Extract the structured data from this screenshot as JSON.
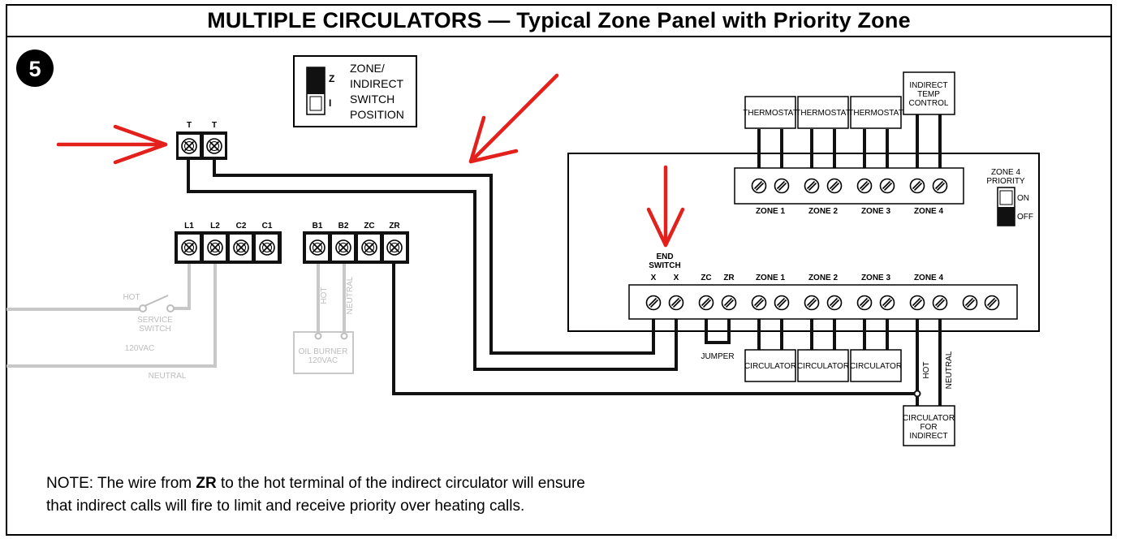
{
  "title": "MULTIPLE CIRCULATORS — Typical Zone Panel with Priority Zone",
  "step_number": "5",
  "switch_legend": {
    "z_label": "Z",
    "i_label": "I",
    "lines": [
      "ZONE/",
      "INDIRECT",
      "SWITCH",
      "POSITION"
    ]
  },
  "control": {
    "t_labels": [
      "T",
      "T"
    ],
    "left_block_labels": [
      "L1",
      "L2",
      "C2",
      "C1"
    ],
    "right_block_labels": [
      "B1",
      "B2",
      "ZC",
      "ZR"
    ],
    "hot": "HOT",
    "service_switch_1": "SERVICE",
    "service_switch_2": "SWITCH",
    "vac": "120VAC",
    "neutral": "NEUTRAL",
    "b1_wire": "HOT",
    "b2_wire": "NEUTRAL",
    "burner_1": "OIL BURNER",
    "burner_2": "120VAC"
  },
  "zone_panel": {
    "thermostat": "THERMOSTAT",
    "indirect_temp": [
      "INDIRECT",
      "TEMP",
      "CONTROL"
    ],
    "top_zone_labels": [
      "ZONE 1",
      "ZONE 2",
      "ZONE 3",
      "ZONE 4"
    ],
    "priority_1": "ZONE 4",
    "priority_2": "PRIORITY",
    "on": "ON",
    "off": "OFF",
    "end_switch_1": "END",
    "end_switch_2": "SWITCH",
    "x": "X",
    "zc": "ZC",
    "zr": "ZR",
    "bottom_zone_labels": [
      "ZONE 1",
      "ZONE 2",
      "ZONE 3",
      "ZONE 4"
    ],
    "jumper": "JUMPER",
    "circulator": "CIRCULATOR",
    "hot": "HOT",
    "neutral": "NEUTRAL",
    "indirect_circ": [
      "CIRCULATOR",
      "FOR",
      "INDIRECT"
    ]
  },
  "note": {
    "part1": "NOTE: The wire from ",
    "bold": "ZR",
    "part2": " to the hot terminal of the indirect circulator will ensure",
    "line2": "that indirect calls will fire to limit and receive priority over heating calls."
  },
  "colors": {
    "arrow": "#e3201b",
    "wire": "#111111",
    "faded_wire": "#c8c8c8"
  }
}
